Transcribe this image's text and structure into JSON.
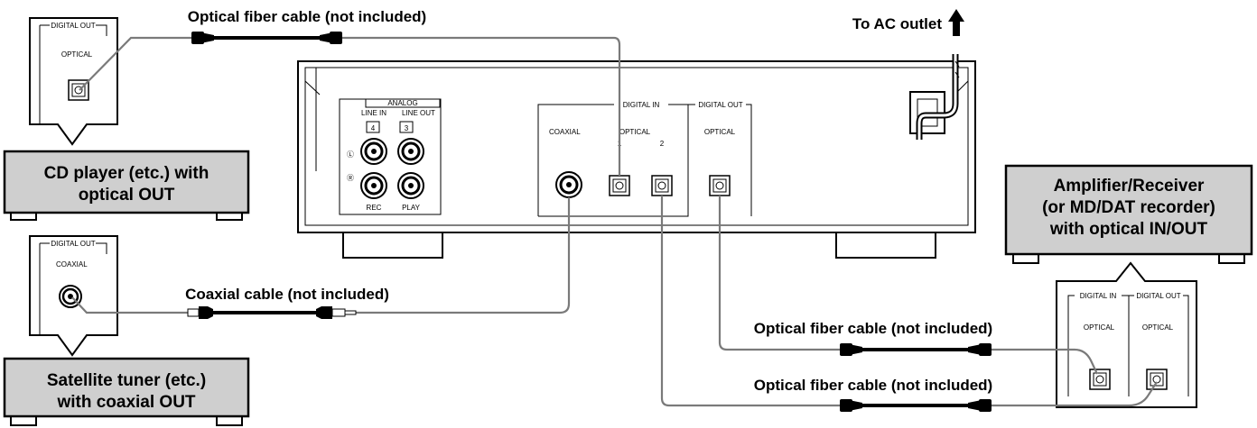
{
  "labels": {
    "optical_cable_top": "Optical fiber cable (not included)",
    "coaxial_cable": "Coaxial cable (not included)",
    "optical_cable_mid": "Optical fiber cable (not included)",
    "optical_cable_bottom": "Optical fiber cable (not included)",
    "ac_outlet": "To AC outlet"
  },
  "devices": {
    "cd_player": {
      "line1": "CD player (etc.) with",
      "line2": "optical OUT",
      "panel_group": "DIGITAL OUT",
      "jack": "OPTICAL"
    },
    "satellite": {
      "line1": "Satellite tuner (etc.)",
      "line2": "with coaxial OUT",
      "panel_group": "DIGITAL OUT",
      "jack": "COAXIAL"
    },
    "amplifier": {
      "line1": "Amplifier/Receiver",
      "line2": "(or MD/DAT recorder)",
      "line3": "with optical IN/OUT",
      "in_group": "DIGITAL IN",
      "out_group": "DIGITAL OUT",
      "in_jack": "OPTICAL",
      "out_jack": "OPTICAL"
    }
  },
  "main_unit": {
    "analog": "ANALOG",
    "line_in": "LINE IN",
    "line_out": "LINE OUT",
    "num_in": "4",
    "num_out": "3",
    "left": "Ⓛ",
    "right": "Ⓡ",
    "rec": "REC",
    "play": "PLAY",
    "digital_in": "DIGITAL IN",
    "digital_out": "DIGITAL OUT",
    "coaxial": "COAXIAL",
    "optical": "OPTICAL",
    "optical_out": "OPTICAL",
    "opt1": "1",
    "opt2": "2"
  }
}
